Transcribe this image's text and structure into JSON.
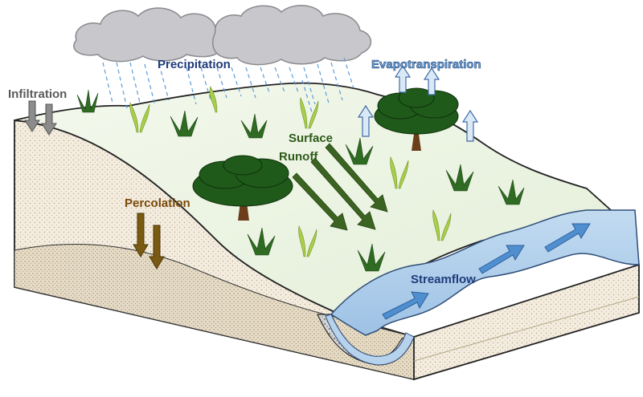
{
  "labels": {
    "precipitation": "Precipitation",
    "evapotranspiration": "Evapotranspiration",
    "infiltration": "Infiltration",
    "percolation": "Percolation",
    "surface_runoff_line1": "Surface",
    "surface_runoff_line2": "Runoff",
    "streamflow": "Streamflow"
  },
  "colors": {
    "cloud": "#c8c8cc",
    "rain": "#5b9bd5",
    "ground_surface": "#eef5e6",
    "soil": "#f1eadc",
    "water": "#aecde9",
    "runoff_arrow": "#3b6422",
    "percolation_arrow": "#7a5a12",
    "infiltration_arrow": "#8c8c8c",
    "evap_arrow": "#dbe9f7",
    "stream_arrow": "#4f8fd0"
  }
}
